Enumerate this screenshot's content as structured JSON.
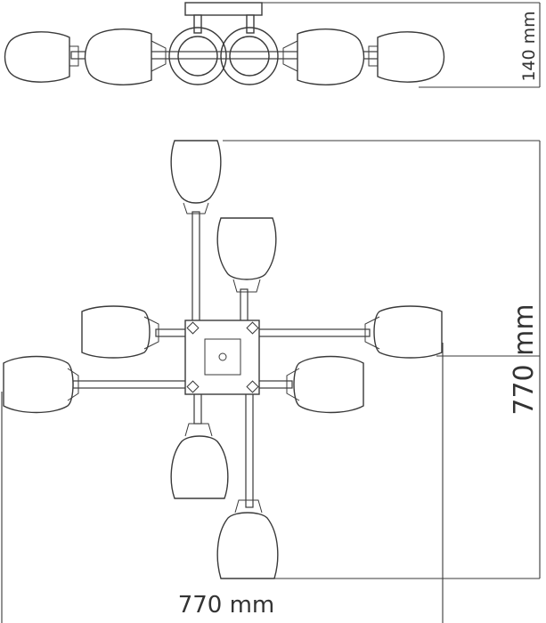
{
  "dimensions": {
    "height_label": "140 mm",
    "width_label": "770 mm",
    "depth_label": "770 mm"
  }
}
